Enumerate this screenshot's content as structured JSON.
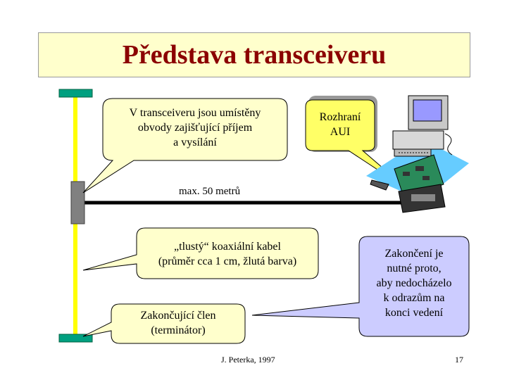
{
  "slide": {
    "title": "Představa transceiveru",
    "footer_author": "J. Peterka, 1997",
    "page_number": "17"
  },
  "callouts": {
    "transceiver": "V transceiveru jsou umístěny\nobvody zajišťující příjem\na vysílání",
    "aui": "Rozhraní\nAUI",
    "coax": "„tlustý“ koaxiální kabel\n(průměr cca 1 cm, žlutá barva)",
    "terminator": "Zakončující člen\n(terminátor)",
    "termination_note": "Zakončení je\nnutné proto,\naby nedocházelo\nk odrazům na\nkonci vedení"
  },
  "labels": {
    "cable_length": "max. 50 metrů"
  },
  "colors": {
    "title_text": "#8b0000",
    "title_bg": "#ffffcc",
    "coax_cable": "#ffff00",
    "terminator": "#00a080",
    "callout_fill": "#ffffcc",
    "aui_fill": "#ffff66",
    "note_fill": "#ccccff",
    "transceiver_box": "#808080"
  },
  "icons": [
    "computer-icon",
    "network-card-icon"
  ]
}
